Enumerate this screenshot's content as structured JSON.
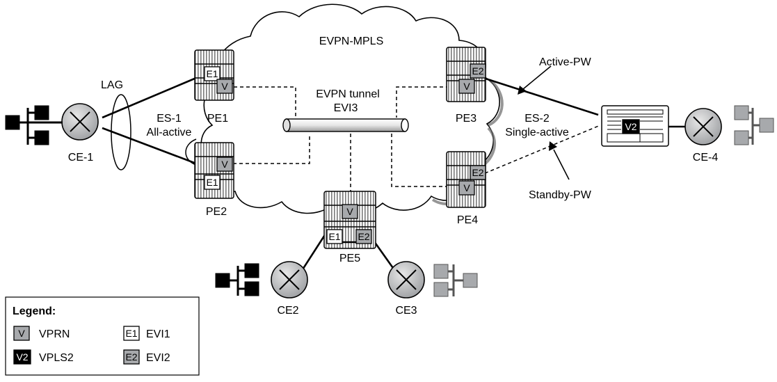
{
  "cloud_label": "EVPN-MPLS",
  "tunnel": {
    "line1": "EVPN tunnel",
    "line2": "EVI3"
  },
  "lag_label": "LAG",
  "es1": {
    "line1": "ES-1",
    "line2": "All-active"
  },
  "es2": {
    "line1": "ES-2",
    "line2": "Single-active"
  },
  "pw": {
    "active": "Active-PW",
    "standby": "Standby-PW"
  },
  "routers": {
    "pe1": "PE1",
    "pe2": "PE2",
    "pe3": "PE3",
    "pe4": "PE4",
    "pe5": "PE5"
  },
  "ces": {
    "ce1": "CE-1",
    "ce2": "CE2",
    "ce3": "CE3",
    "ce4": "CE-4"
  },
  "tags": {
    "v": "V",
    "v2": "V2",
    "e1": "E1",
    "e2": "E2"
  },
  "legend": {
    "title": "Legend:",
    "items": [
      {
        "tag": "V",
        "label": "VPRN"
      },
      {
        "tag": "E1",
        "label": "EVI1"
      },
      {
        "tag": "V2",
        "label": "VPLS2"
      },
      {
        "tag": "E2",
        "label": "EVI2"
      }
    ]
  },
  "colors": {
    "tag_gray": "#a7a9ac",
    "tag_black": "#000000",
    "router_gray": "#c6c8ca",
    "lan_gray": "#a7a9ac"
  }
}
